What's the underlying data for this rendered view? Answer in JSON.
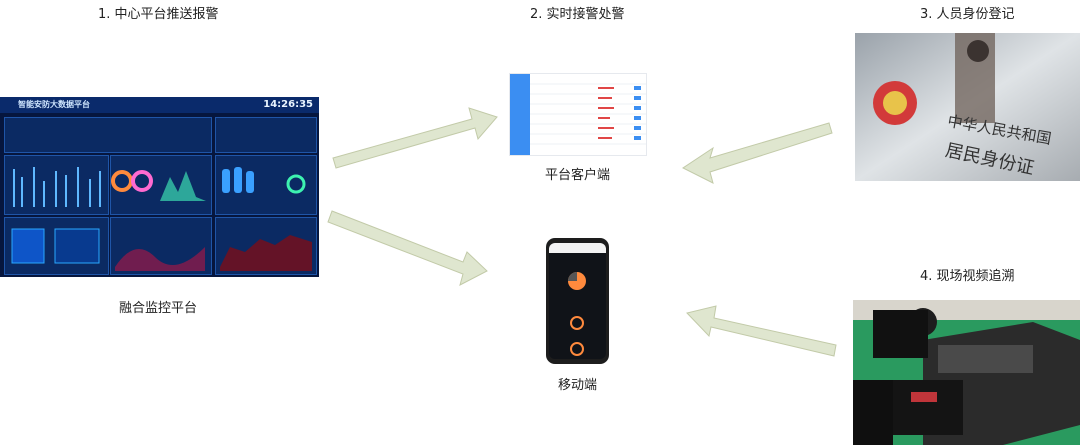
{
  "steps": {
    "s1": "1. 中心平台推送报警",
    "s2": "2. 实时接警处警",
    "s3": "3. 人员身份登记",
    "s4": "4. 现场视频追溯"
  },
  "labels": {
    "dashboard": "融合监控平台",
    "client": "平台客户端",
    "mobile": "移动端"
  },
  "dashboard": {
    "title": "智能安防大数据平台",
    "clock": "14:26:35"
  },
  "idcard": {
    "line1": "中华人民共和国",
    "line2": "居民身份证"
  },
  "colors": {
    "arrow": "#dfe6cf",
    "arrow_stroke": "#c2caa8",
    "dash_bg": "#06163e",
    "accent": "#3b8ef2"
  }
}
